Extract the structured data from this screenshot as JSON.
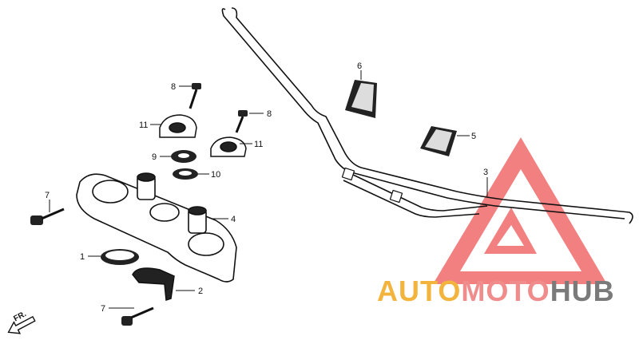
{
  "diagram": {
    "callouts": {
      "c1": "1",
      "c2": "2",
      "c3": "3",
      "c4": "4",
      "c5": "5",
      "c6": "6",
      "c7a": "7",
      "c7b": "7",
      "c8a": "8",
      "c8b": "8",
      "c9": "9",
      "c10": "10",
      "c11a": "11",
      "c11b": "11"
    },
    "direction_label": "FR."
  },
  "watermark": {
    "part1": "AUTO",
    "part2": "MOTO",
    "part3": "HUB",
    "colors": {
      "part1": "#f2b43c",
      "part2": "#f08c8c",
      "part3": "#7a7a7a",
      "triangle": "#f06a6a"
    }
  }
}
